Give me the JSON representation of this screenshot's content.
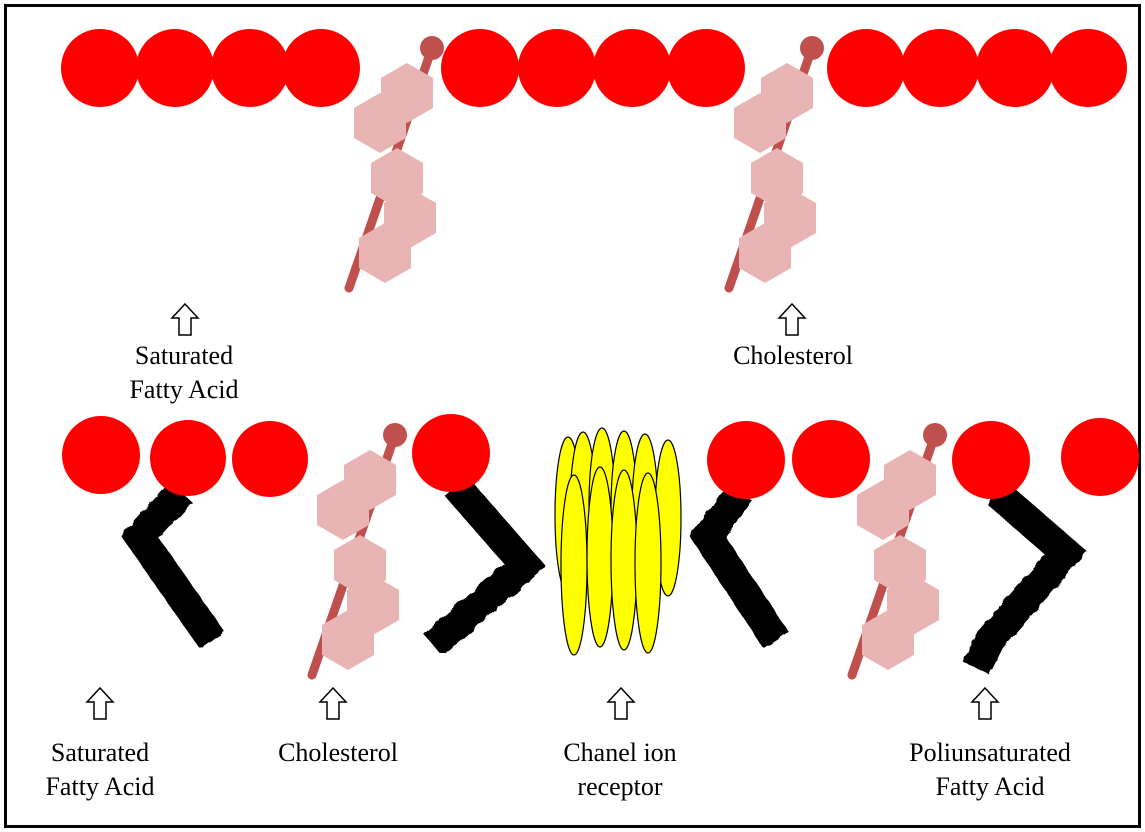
{
  "colors": {
    "head": "#ff0000",
    "tail": "#000000",
    "cholesterol_ring": "#e8b4b4",
    "cholesterol_stick": "#c0504d",
    "channel_fill": "#ffff00",
    "channel_stroke": "#000000",
    "arrow_fill": "#ffffff",
    "border": "#000000"
  },
  "labels": {
    "top_saturated": {
      "line1": "Saturated",
      "line2": "Fatty Acid"
    },
    "top_cholesterol": {
      "line1": "Cholesterol"
    },
    "bottom_saturated": {
      "line1": "Saturated",
      "line2": "Fatty Acid"
    },
    "bottom_cholesterol": {
      "line1": "Cholesterol"
    },
    "channel": {
      "line1": "Chanel ion",
      "line2": "receptor"
    },
    "polyunsaturated": {
      "line1": "Poliunsaturated",
      "line2": "Fatty Acid"
    }
  },
  "icons": {
    "lipid": "phospholipid-icon",
    "cholesterol": "cholesterol-molecule-icon",
    "channel": "ion-channel-icon",
    "arrow": "up-arrow-icon"
  }
}
